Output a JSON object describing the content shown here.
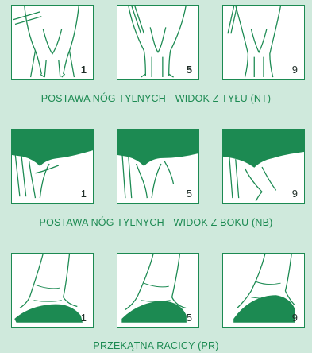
{
  "sections": [
    {
      "caption": "POSTAWA NÓG TYLNYCH - WIDOK Z TYŁU (NT)",
      "panels": [
        {
          "score": "1",
          "bold": true,
          "icon": "cow-rear-legs-rear-view-icon"
        },
        {
          "score": "5",
          "bold": true,
          "icon": "cow-rear-legs-rear-view-icon"
        },
        {
          "score": "9",
          "bold": false,
          "icon": "cow-rear-legs-rear-view-icon"
        }
      ]
    },
    {
      "caption": "POSTAWA NÓG TYLNYCH - WIDOK Z BOKU (NB)",
      "panels": [
        {
          "score": "1",
          "bold": false,
          "icon": "cow-rear-legs-side-view-icon"
        },
        {
          "score": "5",
          "bold": false,
          "icon": "cow-rear-legs-side-view-icon"
        },
        {
          "score": "9",
          "bold": false,
          "icon": "cow-rear-legs-side-view-icon"
        }
      ]
    },
    {
      "caption": "PRZEKĄTNA RACICY (PR)",
      "panels": [
        {
          "score": "1",
          "bold": false,
          "icon": "hoof-angle-icon"
        },
        {
          "score": "5",
          "bold": false,
          "icon": "hoof-angle-icon"
        },
        {
          "score": "9",
          "bold": false,
          "icon": "hoof-angle-icon"
        }
      ]
    }
  ],
  "colors": {
    "accent": "#1c8a52",
    "background": "#cfe9dc",
    "panel": "#ffffff",
    "text": "#1f2d27"
  }
}
